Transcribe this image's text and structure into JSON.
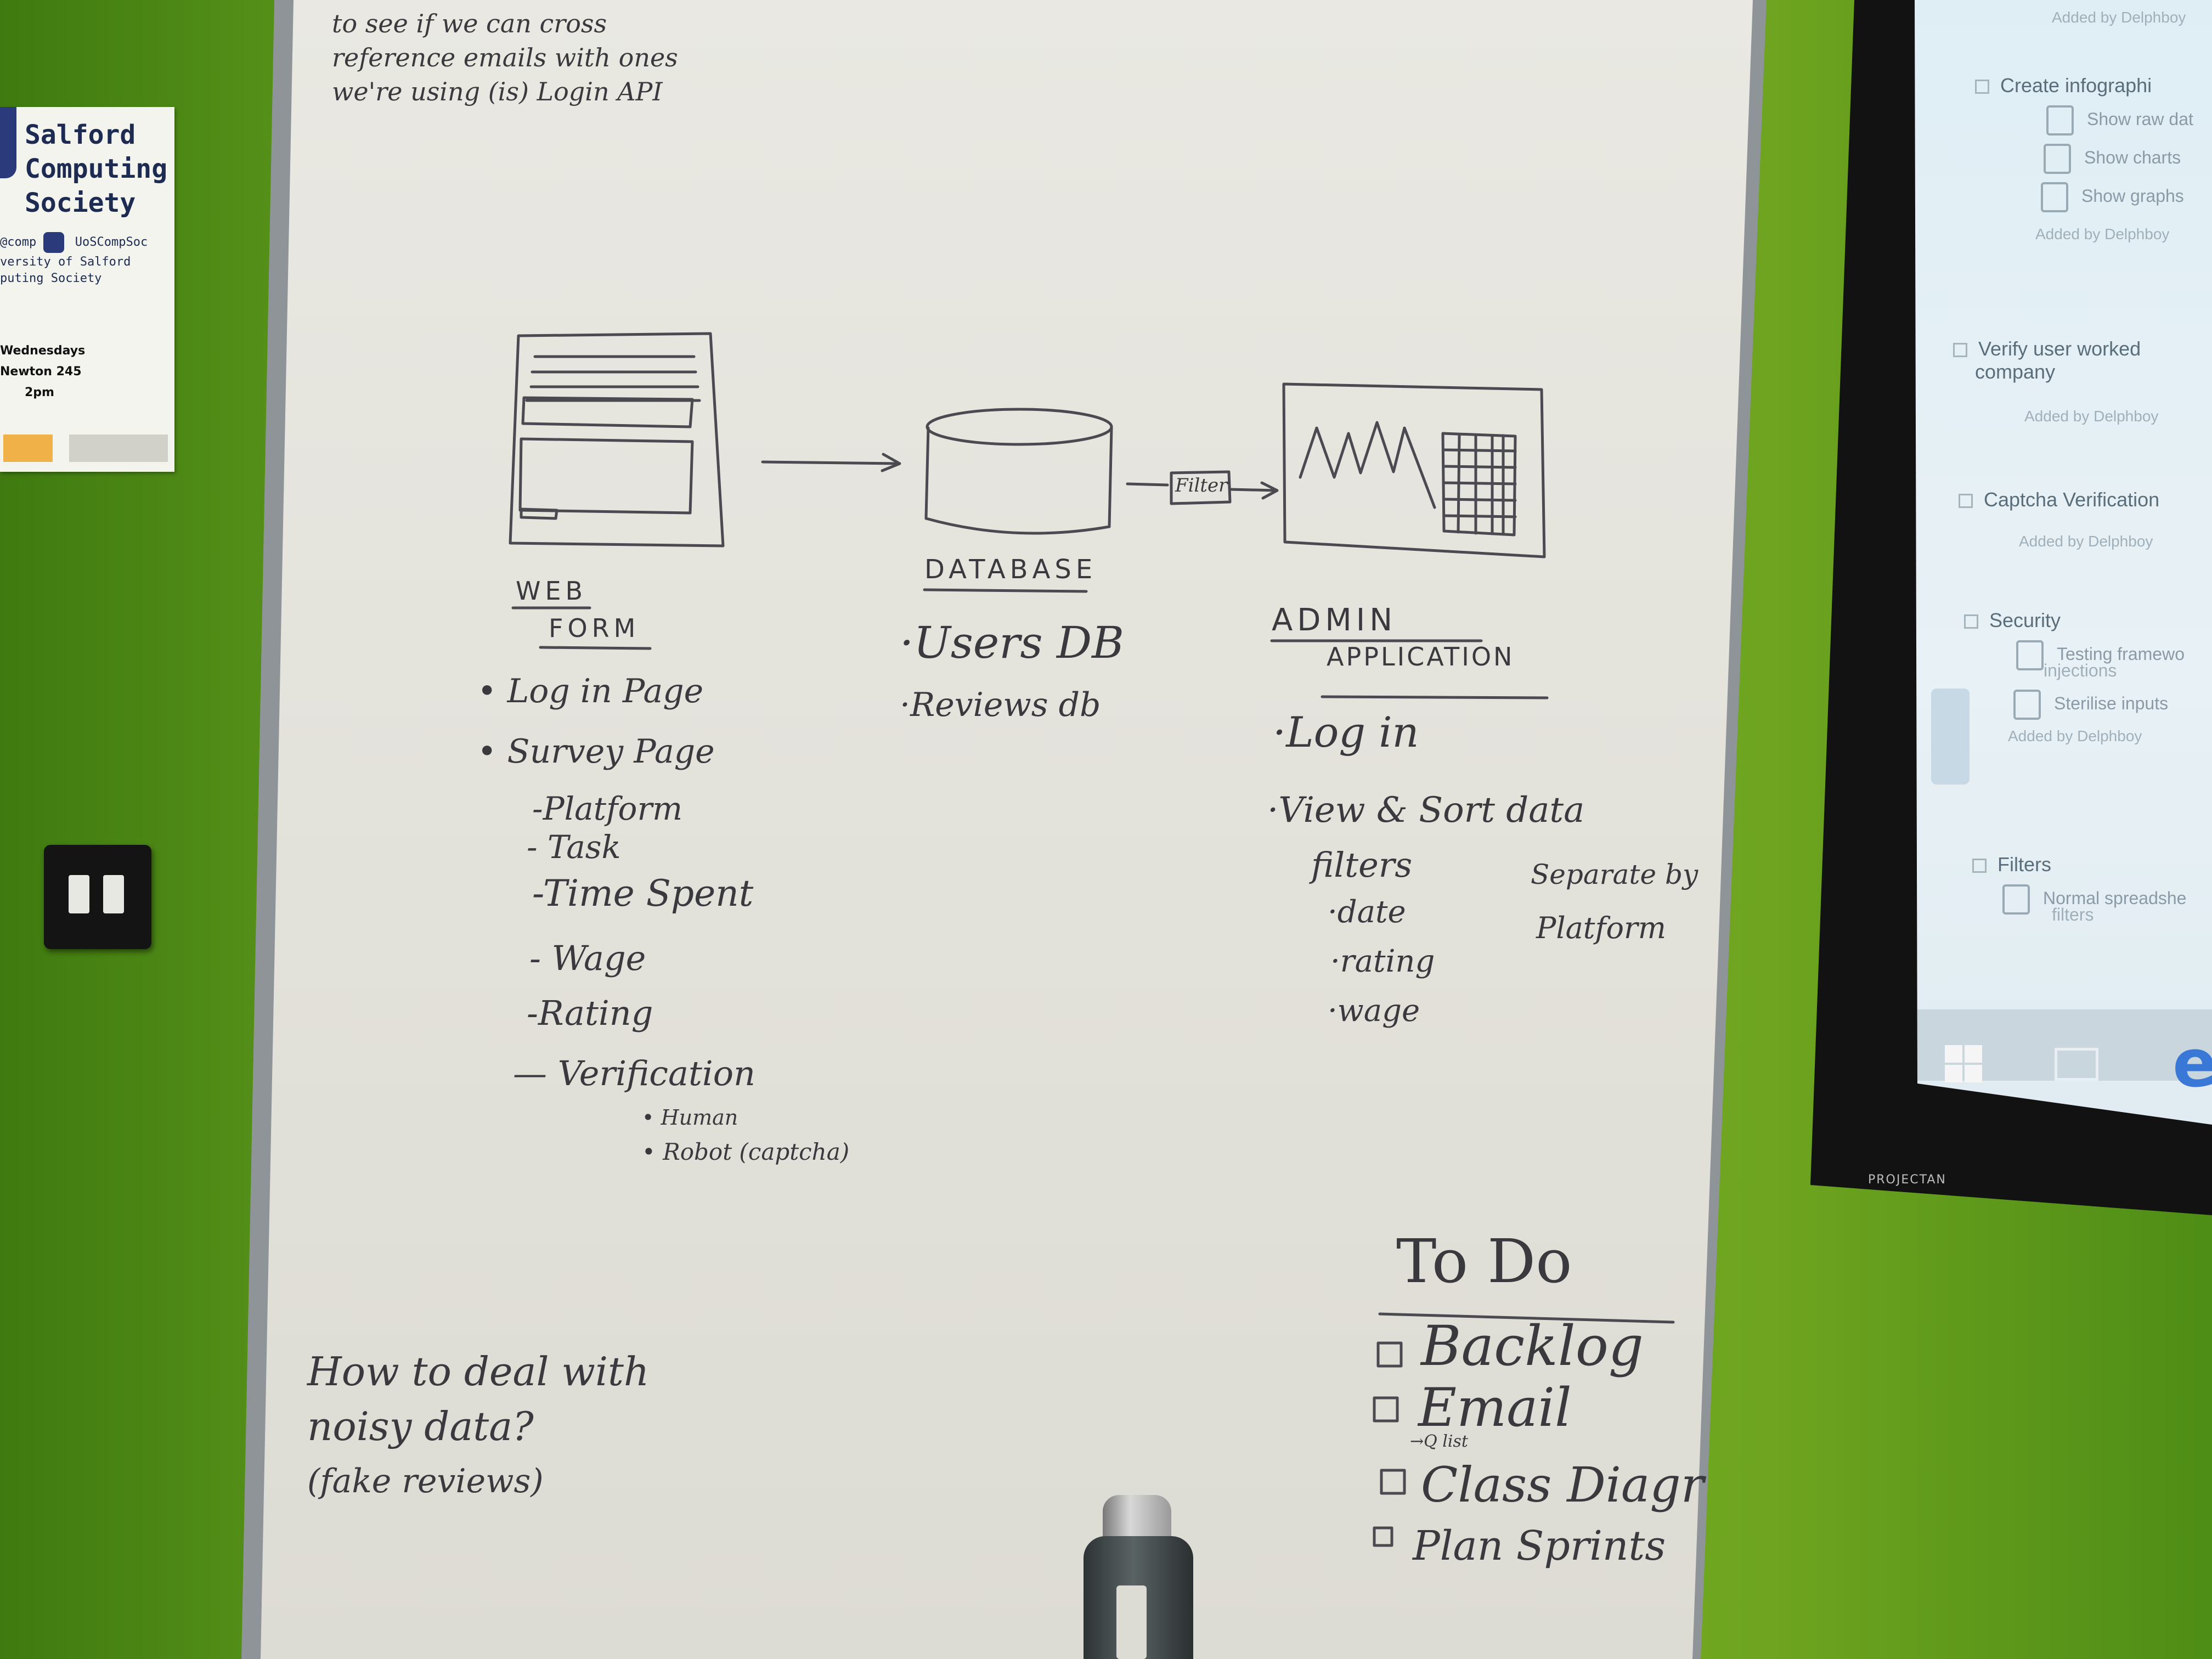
{
  "poster": {
    "title_line1": "Salford",
    "title_line2": "Computing",
    "title_line3": "Society",
    "handle_twitter": "@comp",
    "handle_instagram": "UoSCompSoc",
    "line_university": "versity of Salford",
    "line_society": "puting Society",
    "day": "Wednesdays",
    "room": "Newton 245",
    "time": "2pm"
  },
  "whiteboard": {
    "top_note": [
      "to see if we can cross",
      "reference emails with ones",
      "we're using (is) Login API"
    ],
    "diagram": {
      "filter_label": "Filter",
      "web_form": {
        "title_line1": "WEB",
        "title_line2": "FORM"
      },
      "database": {
        "title": "DATABASE"
      },
      "admin_app": {
        "title_line1": "ADMIN",
        "title_line2": "APPLICATION"
      }
    },
    "web_form_list": [
      "• Log in Page",
      "• Survey Page",
      "-Platform",
      "- Task",
      "-Time Spent",
      "- Wage",
      "-Rating",
      "— Verification",
      "• Human",
      "• Robot (captcha)"
    ],
    "database_list": [
      "·Users DB",
      "·Reviews db"
    ],
    "admin_list": [
      "·Log in",
      "·View & Sort data",
      "filters",
      "·date",
      "·rating",
      "·wage",
      "Separate by",
      "Platform"
    ],
    "noisy_note": [
      "How to deal with",
      "noisy data?",
      "(fake reviews)"
    ],
    "todo": {
      "title": "To Do",
      "items": [
        "Backlog",
        "Email",
        "Class Diagr",
        "Plan Sprints"
      ],
      "email_sub": "→Q list"
    }
  },
  "monitor": {
    "brand": "PROJECTAN",
    "cards": {
      "added_by_top": "Added by Delphboy",
      "infographic": {
        "title": "Create infographi",
        "items": [
          "Show raw dat",
          "Show charts",
          "Show graphs"
        ],
        "added_by": "Added by Delphboy"
      },
      "verify": {
        "title_line1": "Verify user worked",
        "title_line2": "company",
        "added_by": "Added by Delphboy"
      },
      "captcha": {
        "title": "Captcha Verification",
        "added_by": "Added by Delphboy"
      },
      "security": {
        "title": "Security",
        "items": [
          "Testing framewo",
          "Sterilise inputs"
        ],
        "item1_cont": "injections",
        "added_by": "Added by Delphboy"
      },
      "filters": {
        "title": "Filters",
        "item": "Normal spreadshe",
        "item_cont": "filters"
      }
    }
  }
}
